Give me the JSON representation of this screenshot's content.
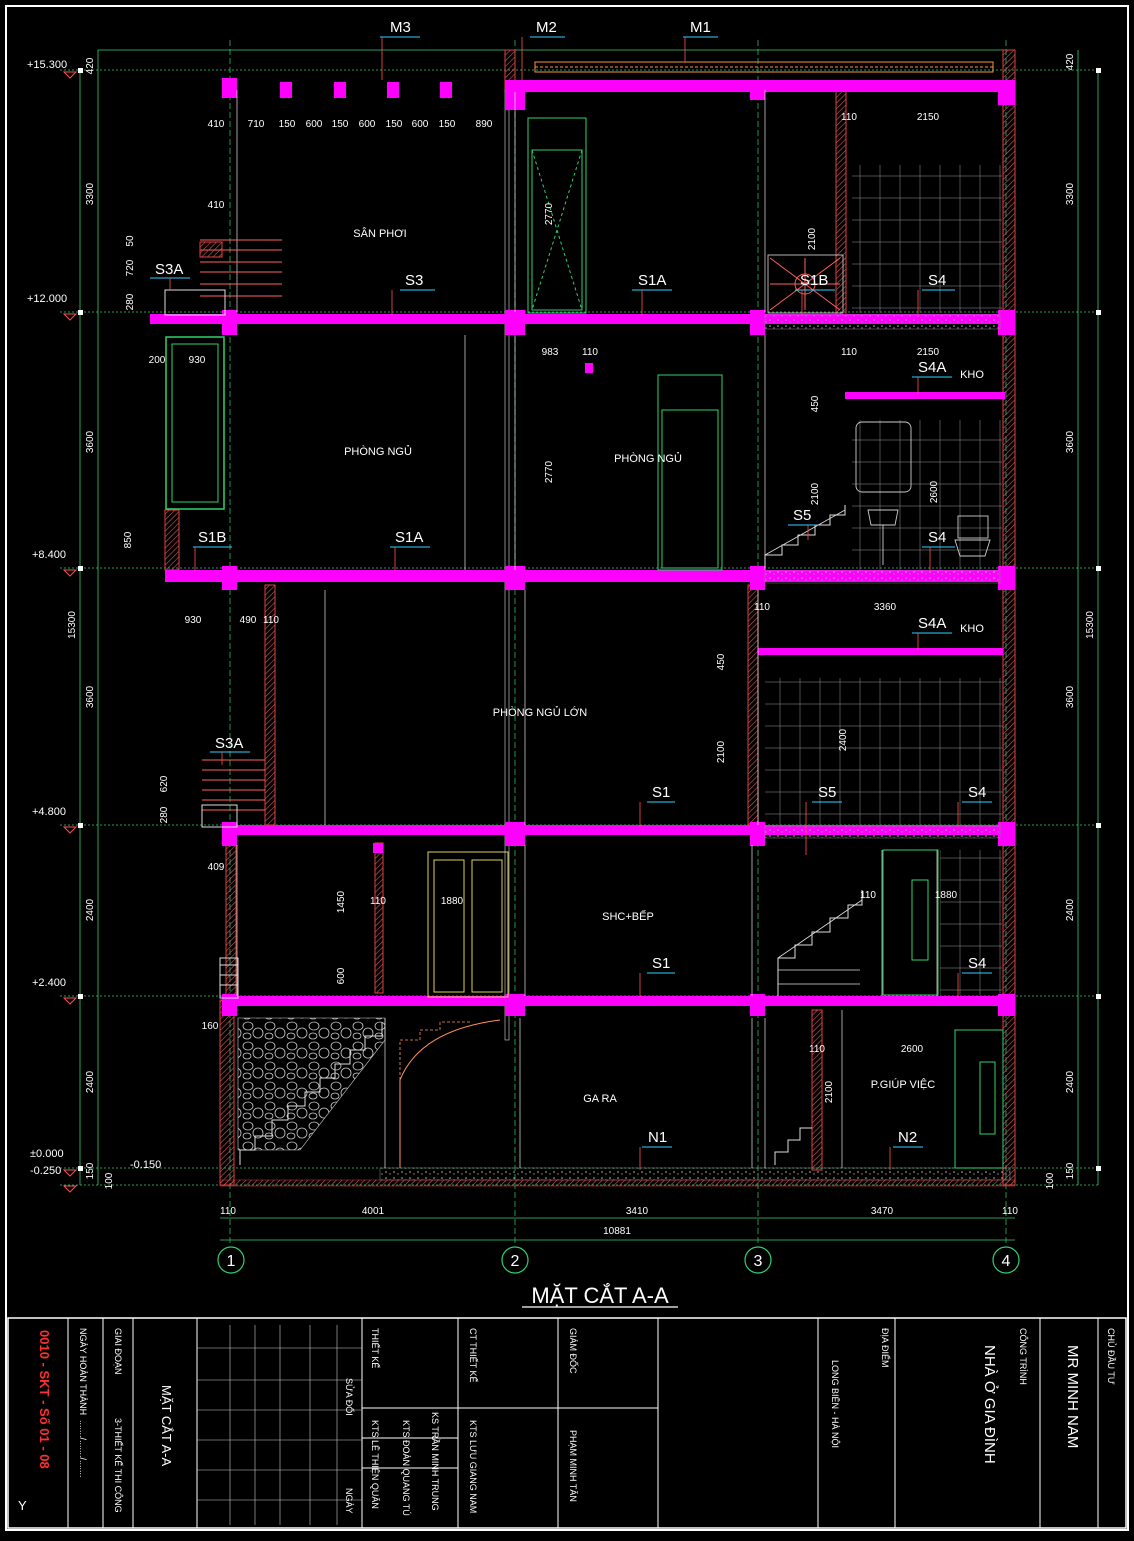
{
  "title": "MẶT CẮT A-A",
  "grid_axes": [
    "1",
    "2",
    "3",
    "4"
  ],
  "levels": {
    "l15300": "+15.300",
    "l12000": "+12.000",
    "l8400": "+8.400",
    "l4800": "+4.800",
    "l2400": "+2.400",
    "l0": "±0.000",
    "lm250": "-0.250",
    "lm150": "-0.150"
  },
  "rooms": {
    "san_phoi": "SÂN PHƠI",
    "phong_ngu_a": "PHÒNG NGỦ",
    "phong_ngu_b": "PHÒNG NGỦ",
    "phong_ngu_lon": "PHÒNG NGỦ LỚN",
    "shc_bep": "SHC+BẾP",
    "ga_ra": "GA RA",
    "giup_viec": "P.GIÚP VIỆC",
    "kho_a": "KHO",
    "kho_b": "KHO"
  },
  "tags": {
    "m1": "M1",
    "m2": "M2",
    "m3": "M3",
    "s3a_top": "S3A",
    "s3": "S3",
    "s1a_top": "S1A",
    "s1b_top": "S1B",
    "s4_top": "S4",
    "s4a_a": "S4A",
    "s5_a": "S5",
    "s4_a": "S4",
    "s1b": "S1B",
    "s1a": "S1A",
    "s4a_b": "S4A",
    "s3a": "S3A",
    "s1_a": "S1",
    "s5_b": "S5",
    "s4_b": "S4",
    "s1_b": "S1",
    "s4_c": "S4",
    "n1": "N1",
    "n2": "N2"
  },
  "dims": {
    "d420a": "420",
    "d3300a": "3300",
    "d3600a": "3600",
    "d3600b": "3600",
    "d2400a": "2400",
    "d2400b": "2400",
    "d150a": "150",
    "d100a": "100",
    "d15300a": "15300",
    "d15300b": "15300",
    "d420b": "420",
    "d3300b": "3300",
    "d3600c": "3600",
    "d3600d": "3600",
    "d2400c": "2400",
    "d2400d": "2400",
    "d150b": "150",
    "d100b": "100",
    "t410": "410",
    "t710": "710",
    "t150a": "150",
    "t600a": "600",
    "t150b": "150",
    "t600b": "600",
    "t150c": "150",
    "t600c": "600",
    "t150d": "150",
    "t890": "890",
    "d410b": "410",
    "d50": "50",
    "d720": "720",
    "d280a": "280",
    "d200": "200",
    "d930a": "930",
    "d850": "850",
    "d983": "983",
    "d110a": "110",
    "d2770a": "2770",
    "d2770b": "2770",
    "d110b": "110",
    "d2150a": "2150",
    "d2100a": "2100",
    "d110c": "110",
    "d2150b": "2150",
    "d450a": "450",
    "d2100b": "2100",
    "d2600": "2600",
    "d930b": "930",
    "d490": "490",
    "d110d": "110",
    "d110e": "110",
    "d3360": "3360",
    "d450b": "450",
    "d2100c": "2100",
    "d2400e": "2400",
    "d620": "620",
    "d280b": "280",
    "d409": "409",
    "d1450": "1450",
    "d600": "600",
    "d110f": "110",
    "d1880a": "1880",
    "d110g": "110",
    "d1880b": "1880",
    "d160": "160",
    "d110h": "110",
    "d2100d": "2100",
    "d2600b": "2600",
    "b110a": "110",
    "b4001": "4001",
    "b3410": "3410",
    "b3470": "3470",
    "b110b": "110",
    "b10881": "10881"
  },
  "titleblock": {
    "drawing_code": "0010 - SKT - Số 01 - 08",
    "ngay_hoan_thanh": "NGÀY HOÀN THÀNH",
    "date_value": "......./......./.......",
    "giai_doan": "GIAI ĐOẠN",
    "giai_doan_value": "3-THIẾT KẾ THI CÔNG",
    "drawing_name": "MẶT CẮT A-A",
    "sua_doi": "SỬA ĐỔI",
    "ngay": "NGÀY",
    "thiet_ke": "THIẾT KẾ",
    "thiet_ke_v1": "KTS LÊ THIỆN QUÂN",
    "thiet_ke_v2": "KTS ĐOÀN QUANG TÚ",
    "thiet_ke_v3": "KS TRẦN MINH TRUNG",
    "ct_thiet_ke": "CT THIẾT KẾ",
    "ct_thiet_ke_v": "KTS LƯU GIANG NAM",
    "giam_doc": "GIÁM ĐỐC",
    "giam_doc_v": "PHẠM MINH TÂN",
    "dia_diem": "ĐỊA ĐIỂM",
    "dia_diem_v": "LONG BIÊN - HÀ NỘI",
    "cong_trinh": "CÔNG TRÌNH",
    "cong_trinh_v": "NHÀ Ở GIA ĐÌNH",
    "chu_dau_tu": "CHỦ ĐẦU TƯ",
    "chu_dau_tu_v": "MR MINH NAM",
    "y_mark": "Y"
  }
}
